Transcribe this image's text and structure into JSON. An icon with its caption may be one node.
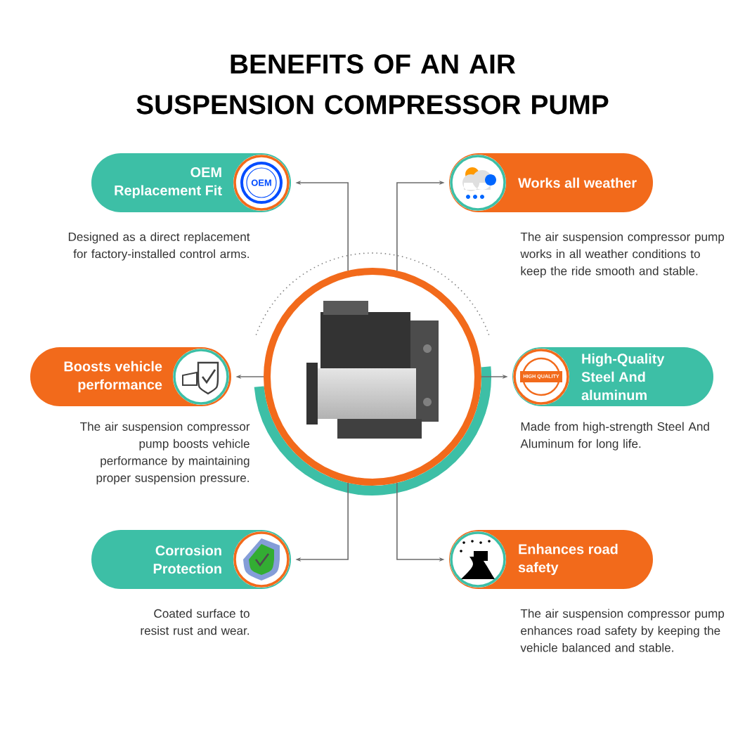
{
  "diagram": {
    "title": "BENEFITS OF AN AIR SUSPENSION COMPRESSOR PUMP",
    "nodes": [
      {
        "text": [],
        "shape": "picture"
      },
      {
        "text": [
          "OEM Replacement Fit"
        ],
        "beside": [
          "Designed as a direct replacement for factory-installed control arms."
        ]
      },
      {
        "text": [
          "Works all weather"
        ],
        "beside": [
          "The air suspension compressor pump works in all weather conditions to keep the ride smooth and stable."
        ]
      },
      {
        "text": [
          "Boosts vehicle performance"
        ],
        "beside": [
          "The air suspension compressor pump boosts vehicle performance by maintaining proper suspension pressure."
        ]
      },
      {
        "text": [
          "High-Quality Steel And aluminum"
        ],
        "beside": [
          "Made from high-strength Steel And Aluminum for long life."
        ]
      },
      {
        "text": [
          "Corrosion Protection"
        ],
        "beside": [
          "Coated surface to resist rust and wear."
        ]
      },
      {
        "text": [
          "Enhances road safety"
        ],
        "beside": [
          "The air suspension compressor pump enhances road safety by keeping the vehicle balanced and stable."
        ]
      }
    ],
    "edges": [
      {
        "from": 0,
        "to": 1,
        "arrow": "to"
      },
      {
        "from": 0,
        "to": 2,
        "arrow": "to"
      },
      {
        "from": 0,
        "to": 3,
        "arrow": "to"
      },
      {
        "from": 0,
        "to": 4,
        "arrow": "to"
      },
      {
        "from": 0,
        "to": 5,
        "arrow": "to"
      },
      {
        "from": 0,
        "to": 6,
        "arrow": "to"
      }
    ],
    "labels": [
      "OEM",
      "HIGH QUALITY"
    ]
  }
}
